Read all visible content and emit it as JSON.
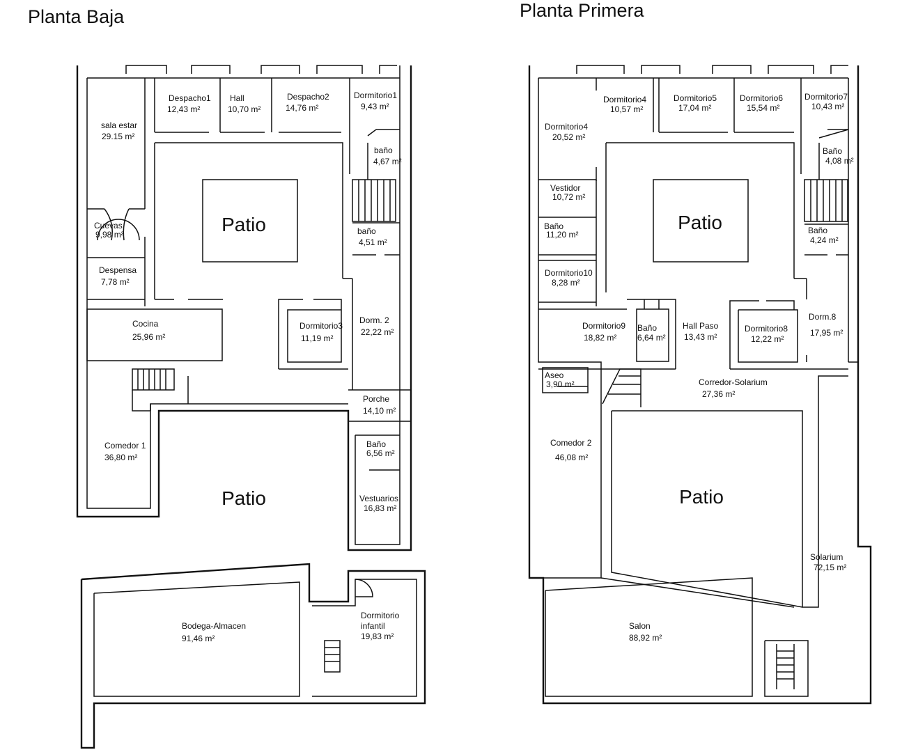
{
  "floors": {
    "ground": {
      "title": "Planta Baja",
      "patio_label": "Patio",
      "rooms": {
        "sala_estar": {
          "name": "sala estar",
          "area": "29.15 m²"
        },
        "despacho1": {
          "name": "Despacho1",
          "area": "12,43 m²"
        },
        "hall": {
          "name": "Hall",
          "area": "10,70 m²"
        },
        "despacho2": {
          "name": "Despacho2",
          "area": "14,76 m²"
        },
        "dormitorio1": {
          "name": "Dormitorio1",
          "area": "9,43 m²"
        },
        "bano_a": {
          "name": "baño",
          "area": "4,67 m²"
        },
        "bano_b": {
          "name": "baño",
          "area": "4,51 m²"
        },
        "cuevas": {
          "name": "Cuevas",
          "area": "9,98 m²"
        },
        "despensa": {
          "name": "Despensa",
          "area": "7,78 m²"
        },
        "cocina": {
          "name": "Cocina",
          "area": "25,96 m²"
        },
        "dormitorio3": {
          "name": "Dormitorio3",
          "area": "11,19 m²"
        },
        "dorm2": {
          "name": "Dorm. 2",
          "area": "22,22 m²"
        },
        "porche": {
          "name": "Porche",
          "area": "14,10 m²"
        },
        "bano_c": {
          "name": "Baño",
          "area": "6,56 m²"
        },
        "comedor1": {
          "name": "Comedor 1",
          "area": "36,80 m²"
        },
        "vestuarios": {
          "name": "Vestuarios",
          "area": "16,83 m²"
        },
        "bodega": {
          "name": "Bodega-Almacen",
          "area": "91,46 m²"
        },
        "dorm_infantil": {
          "name1": "Dormitorio",
          "name2": "infantil",
          "area": "19,83 m²"
        }
      }
    },
    "first": {
      "title": "Planta Primera",
      "patio_label": "Patio",
      "rooms": {
        "dormitorio4a": {
          "name": "Dormitorio4",
          "area": "10,57 m²"
        },
        "dormitorio5": {
          "name": "Dormitorio5",
          "area": "17,04 m²"
        },
        "dormitorio6": {
          "name": "Dormitorio6",
          "area": "15,54 m²"
        },
        "dormitorio7": {
          "name": "Dormitorio7",
          "area": "10,43 m²"
        },
        "dormitorio4b": {
          "name": "Dormitorio4",
          "area": "20,52 m²"
        },
        "bano_a": {
          "name": "Baño",
          "area": "4,08 m²"
        },
        "vestidor": {
          "name": "Vestidor",
          "area": "10,72 m²"
        },
        "bano_b": {
          "name": "Baño",
          "area": "11,20 m²"
        },
        "bano_c": {
          "name": "Baño",
          "area": "4,24 m²"
        },
        "dormitorio10": {
          "name": "Dormitorio10",
          "area": "8,28 m²"
        },
        "dormitorio9": {
          "name": "Dormitorio9",
          "area": "18,82 m²"
        },
        "bano_d": {
          "name": "Baño",
          "area": "6,64 m²"
        },
        "hall_paso": {
          "name": "Hall Paso",
          "area": "13,43 m²"
        },
        "dormitorio8": {
          "name": "Dormitorio8",
          "area": "12,22 m²"
        },
        "dorm8": {
          "name": "Dorm.8",
          "area": "17,95 m²"
        },
        "aseo": {
          "name": "Aseo",
          "area": "3,90 m²"
        },
        "corredor": {
          "name": "Corredor-Solarium",
          "area": "27,36 m²"
        },
        "comedor2": {
          "name": "Comedor 2",
          "area": "46,08 m²"
        },
        "solarium": {
          "name": "Solarium",
          "area": "72,15 m²"
        },
        "salon": {
          "name": "Salon",
          "area": "88,92 m²"
        }
      }
    }
  }
}
